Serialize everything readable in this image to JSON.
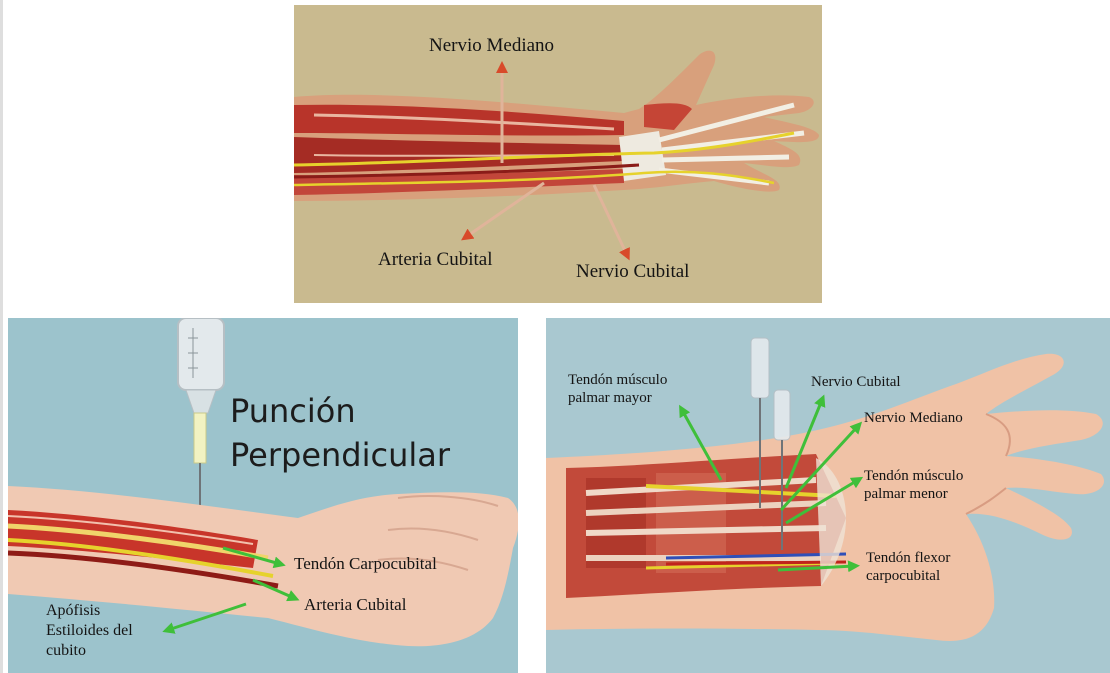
{
  "panel_top": {
    "labels": {
      "median_nerve": "Nervio Mediano",
      "ulnar_artery": "Arteria Cubital",
      "ulnar_nerve": "Nervio Cubital"
    }
  },
  "panel_left": {
    "title_line1": "Punción",
    "title_line2": "Perpendicular",
    "labels": {
      "tendon": "Tendón Carpocubital",
      "artery": "Arteria Cubital",
      "styloid_line1": "Apófisis",
      "styloid_line2": "Estiloides del",
      "styloid_line3": "cubito"
    }
  },
  "panel_right": {
    "labels": {
      "palmaris_major_line1": "Tendón músculo",
      "palmaris_major_line2": "palmar mayor",
      "ulnar_nerve": "Nervio Cubital",
      "median_nerve": "Nervio Mediano",
      "palmaris_minor_line1": "Tendón músculo",
      "palmaris_minor_line2": "palmar menor",
      "flexor_line1": "Tendón flexor",
      "flexor_line2": "carpocubital"
    }
  },
  "colors": {
    "arrow_red": "#d84a2a",
    "arrow_green": "#3fbf3a",
    "nerve_yellow": "#e6d22c",
    "muscle_red": "#b8342a",
    "skin": "#e6a88a"
  }
}
